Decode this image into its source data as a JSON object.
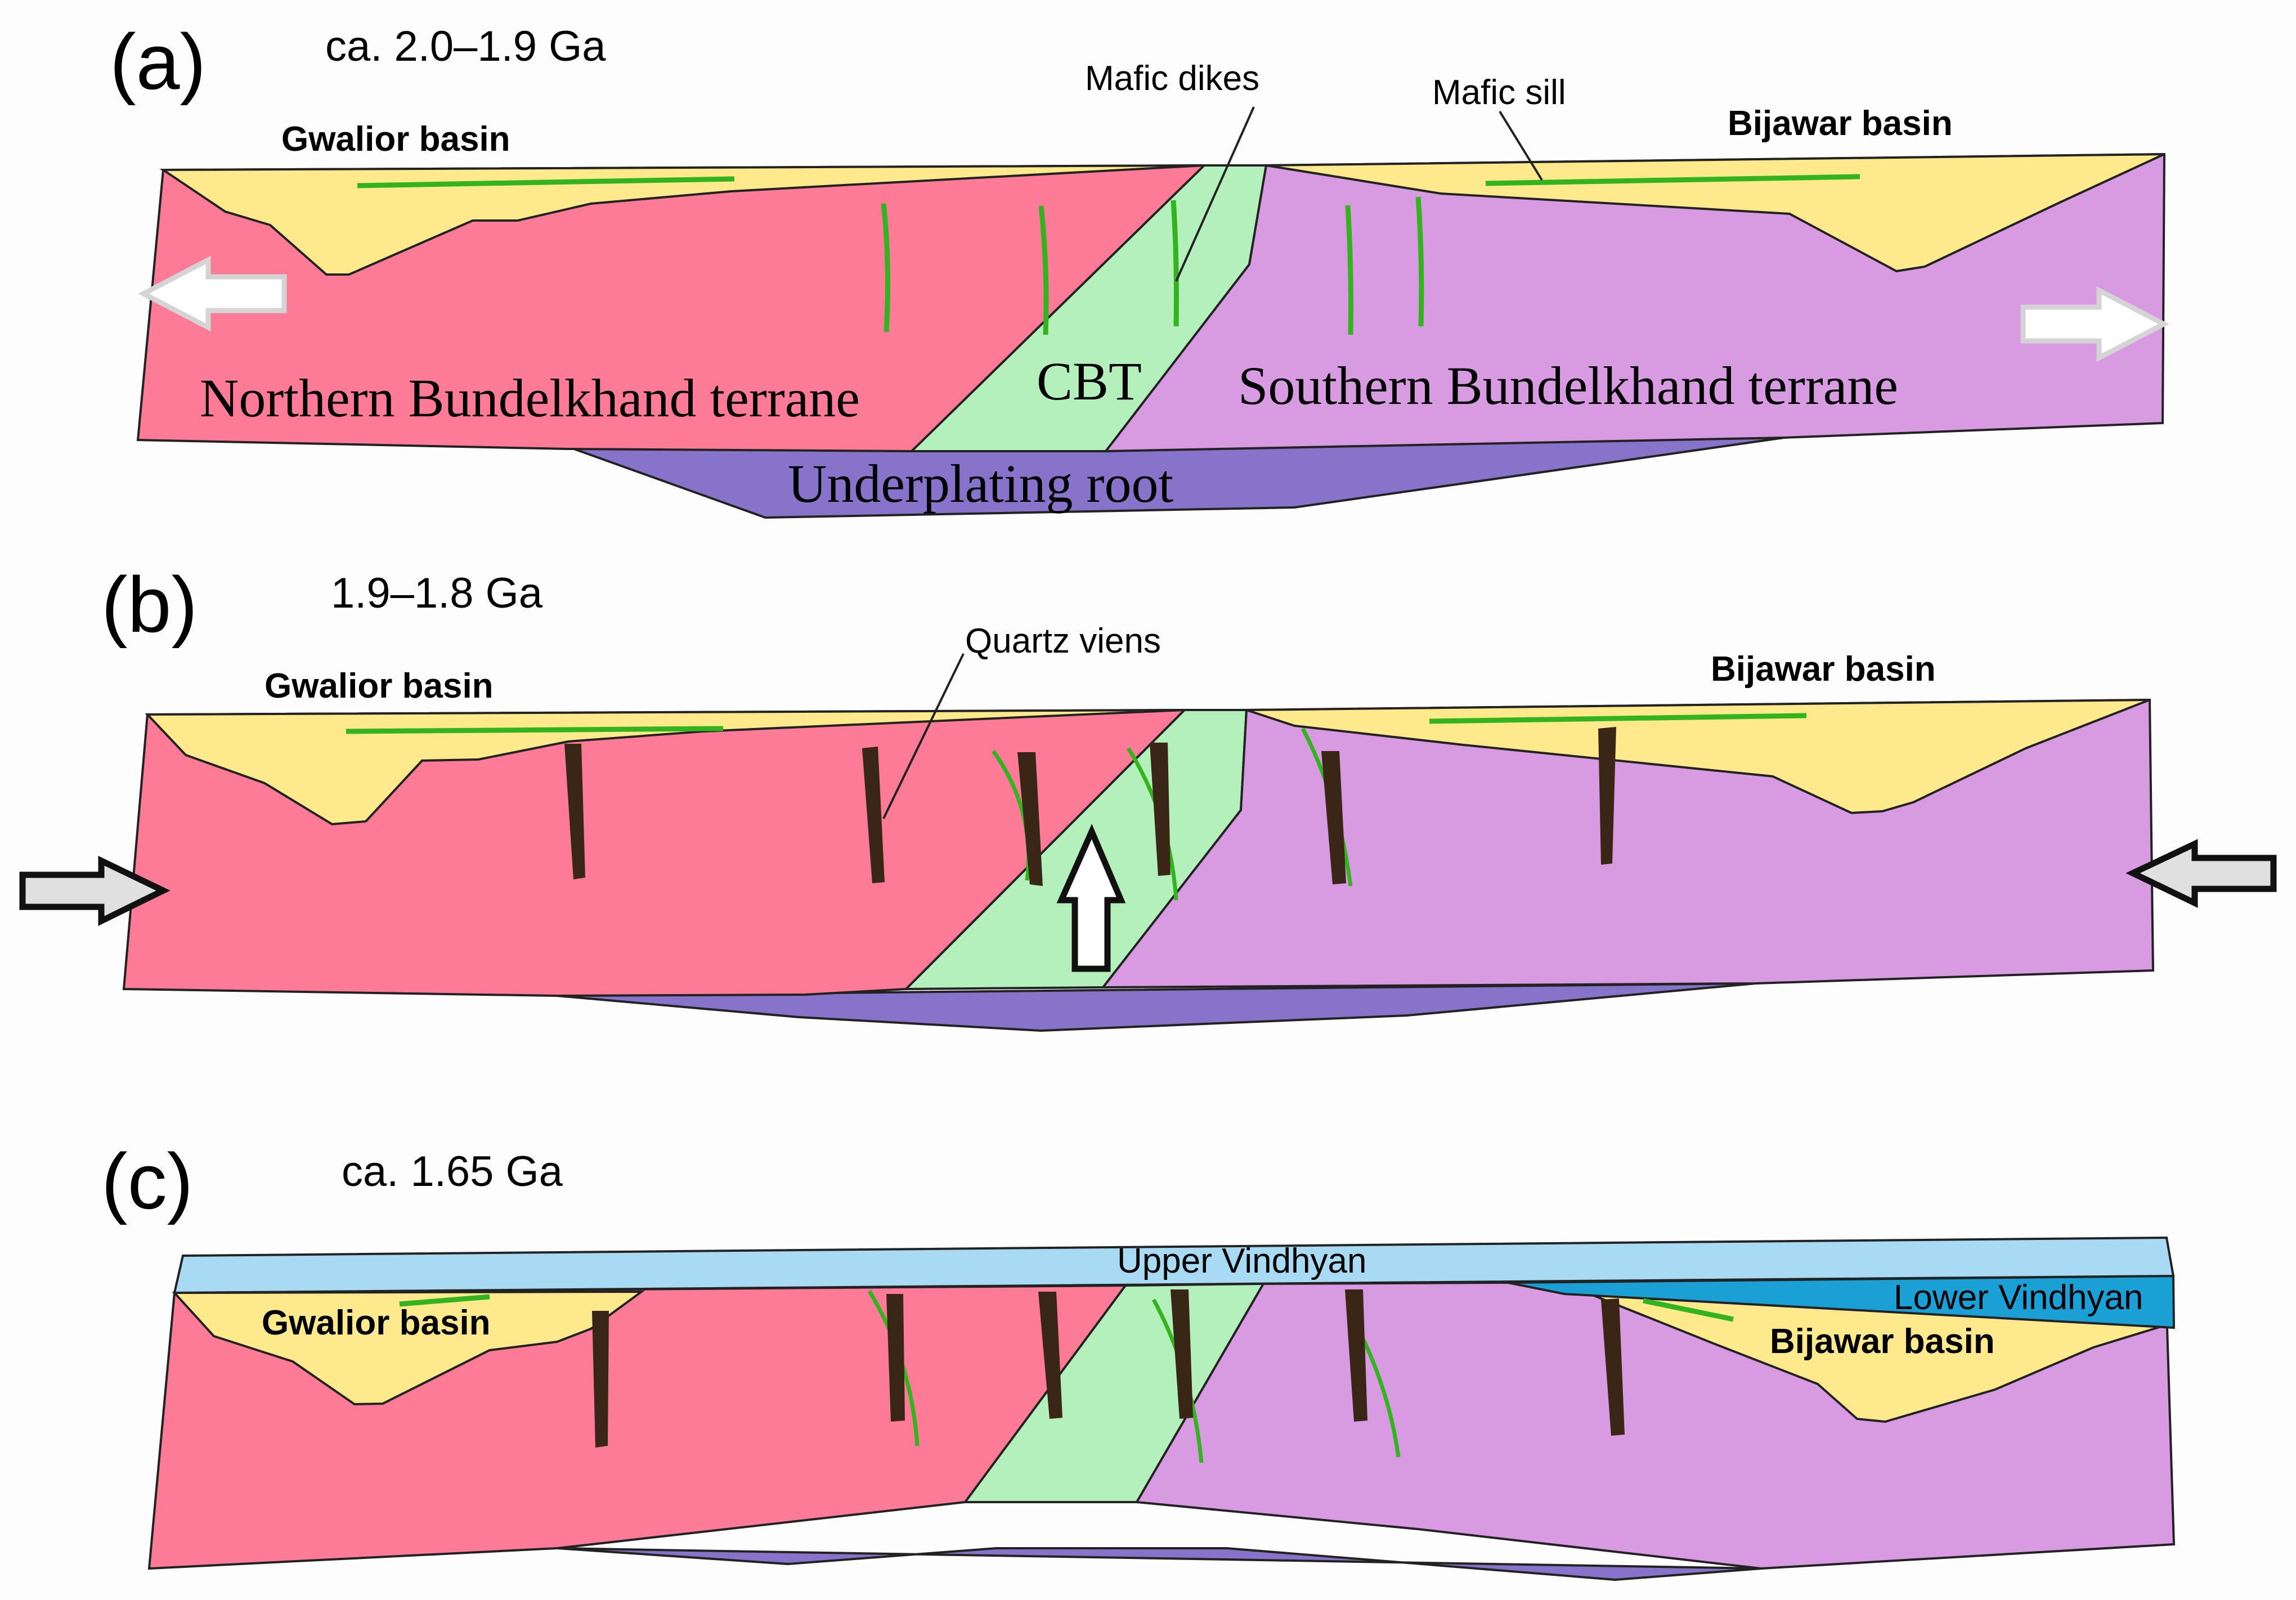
{
  "panels": {
    "a": {
      "letter": "(a)",
      "age": "ca. 2.0–1.9 Ga",
      "gwalior": "Gwalior basin",
      "bijawar": "Bijawar basin",
      "mafic_dikes": "Mafic dikes",
      "mafic_sill": "Mafic sill",
      "northern": "Northern Bundelkhand terrane",
      "cbt": "CBT",
      "southern": "Southern Bundelkhand terrane",
      "root": "Underplating root"
    },
    "b": {
      "letter": "(b)",
      "age": "1.9–1.8 Ga",
      "gwalior": "Gwalior basin",
      "bijawar": "Bijawar basin",
      "quartz": "Quartz viens"
    },
    "c": {
      "letter": "(c)",
      "age": "ca. 1.65 Ga",
      "upper": "Upper Vindhyan",
      "lower": "Lower Vindhyan",
      "gwalior": "Gwalior basin",
      "bijawar": "Bijawar basin"
    }
  },
  "colors": {
    "northern_terrane": "#fd7b96",
    "cbt": "#b3f0bb",
    "southern_terrane": "#d89be2",
    "basin": "#fee98c",
    "root": "#8773c9",
    "mafic": "#33b31d",
    "quartz_vein": "#3a2616",
    "upper_vindhyan": "#a8dbf3",
    "lower_vindhyan": "#1ba0d6",
    "arrow_light": "#d4d4d4",
    "arrow_dark": "#e0e0e0"
  }
}
